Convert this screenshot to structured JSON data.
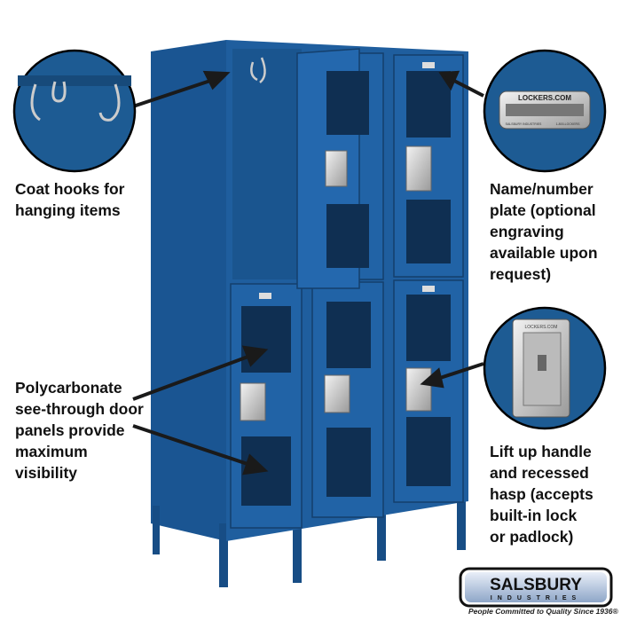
{
  "callouts": {
    "coat_hooks": "Coat hooks for\nhanging items",
    "panels": "Polycarbonate\nsee-through door\npanels provide\nmaximum\nvisibility",
    "name_plate": "Name/number\nplate (optional\nengraving\navailable upon\nrequest)",
    "handle": "Lift up handle\nand recessed\nhasp (accepts\nbuilt-in lock\nor padlock)"
  },
  "plate": {
    "title": "LOCKERS.COM",
    "sub_left": "SALSBURY INDUSTRIES",
    "sub_right": "1-800-LOCKERS",
    "handle_text": "LOCKERS.COM"
  },
  "logo": {
    "name": "SALSBURY",
    "sub": "INDUSTRIES",
    "tagline": "People Committed to Quality Since 1936®"
  },
  "colors": {
    "locker": "#1f5e9e",
    "locker_dark": "#143f6c",
    "circle": "#1d5b93"
  }
}
